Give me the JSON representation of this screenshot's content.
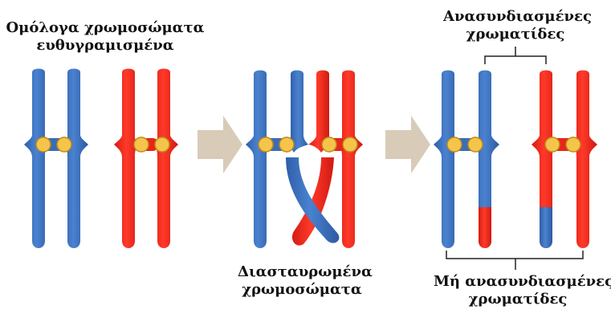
{
  "colors": {
    "blue": "#3f74c2",
    "blue_dark": "#2a5499",
    "red": "#f2261a",
    "red_dark": "#b81a12",
    "centromere": "#f4c54a",
    "arrow": "#d8cbb8"
  },
  "labels": {
    "aligned_homologs": {
      "line1": "Ομόλογα χρωμοσώματα",
      "line2": "ευθυγραμισμένα"
    },
    "crossed_chromosomes": {
      "line1": "Διασταυρωμένα",
      "line2": "χρωμοσώματα"
    },
    "recombinant_chromatids": {
      "line1": "Ανασυνδιασμένες",
      "line2": "χρωματίδες"
    },
    "non_recombinant_chromatids": {
      "line1": "Μή ανασυνδιασμένες",
      "line2": "χρωματίδες"
    }
  },
  "icons": {
    "process_arrow": "right-arrow-icon"
  }
}
